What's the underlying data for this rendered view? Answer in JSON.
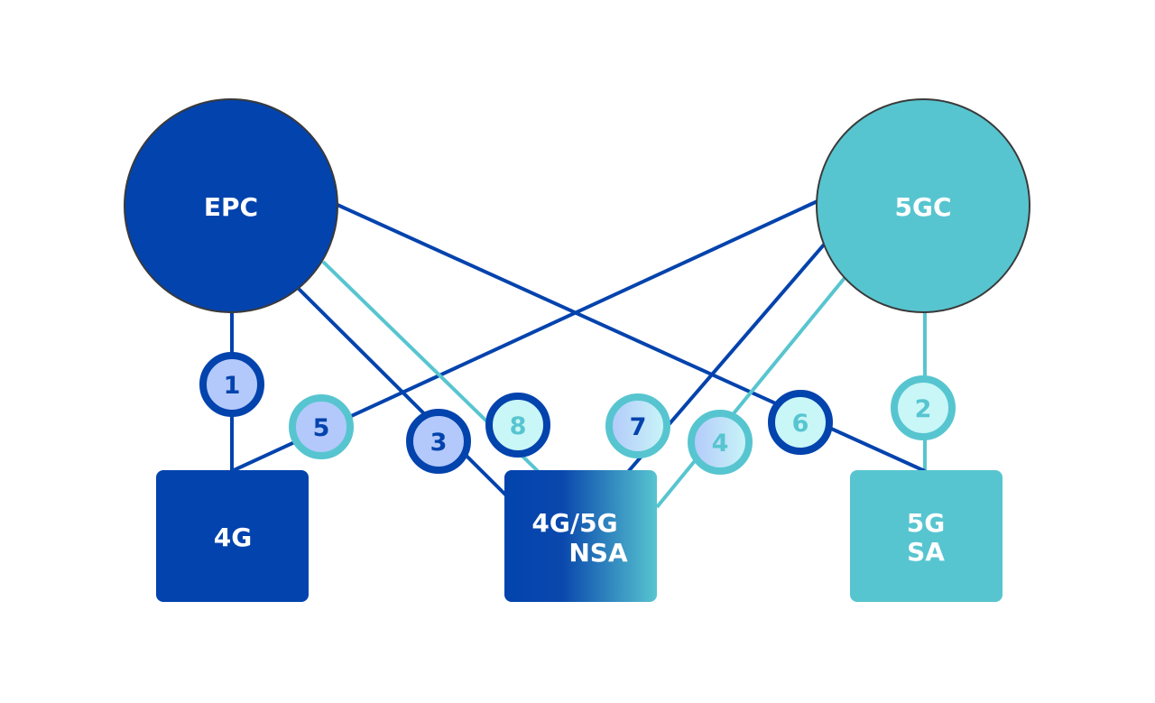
{
  "colors": {
    "dark_blue": "#0343ad",
    "teal": "#57c5d0",
    "badge_fill_blue": "#b3c9fb",
    "badge_fill_teal": "#c9f6f7",
    "white": "#ffffff"
  },
  "nodes": {
    "epc": {
      "label": "EPC",
      "shape": "circle",
      "color": "dark_blue"
    },
    "fivegc": {
      "label": "5GC",
      "shape": "circle",
      "color": "teal"
    },
    "fourg": {
      "label": "4G",
      "shape": "box",
      "color": "dark_blue"
    },
    "nsa": {
      "label_line1": "4G/5G",
      "label_line2": "NSA",
      "shape": "box",
      "color": "gradient dark_blue to teal"
    },
    "sa": {
      "label_line1": "5G",
      "label_line2": "SA",
      "shape": "box",
      "color": "teal"
    }
  },
  "connections": [
    {
      "number": "1",
      "from": "EPC",
      "to": "4G",
      "color": "dark_blue"
    },
    {
      "number": "2",
      "from": "5GC",
      "to": "5G SA",
      "color": "teal"
    },
    {
      "number": "3",
      "from": "EPC",
      "to": "4G/5G NSA",
      "color": "dark_blue"
    },
    {
      "number": "4",
      "from": "5GC",
      "to": "4G/5G NSA",
      "color": "teal"
    },
    {
      "number": "5",
      "from": "5GC",
      "to": "4G",
      "color": "dark_blue"
    },
    {
      "number": "6",
      "from": "EPC",
      "to": "5G SA",
      "color": "dark_blue"
    },
    {
      "number": "7",
      "from": "5GC",
      "to": "4G/5G NSA",
      "color": "dark_blue"
    },
    {
      "number": "8",
      "from": "EPC",
      "to": "4G/5G NSA",
      "color": "teal"
    }
  ]
}
